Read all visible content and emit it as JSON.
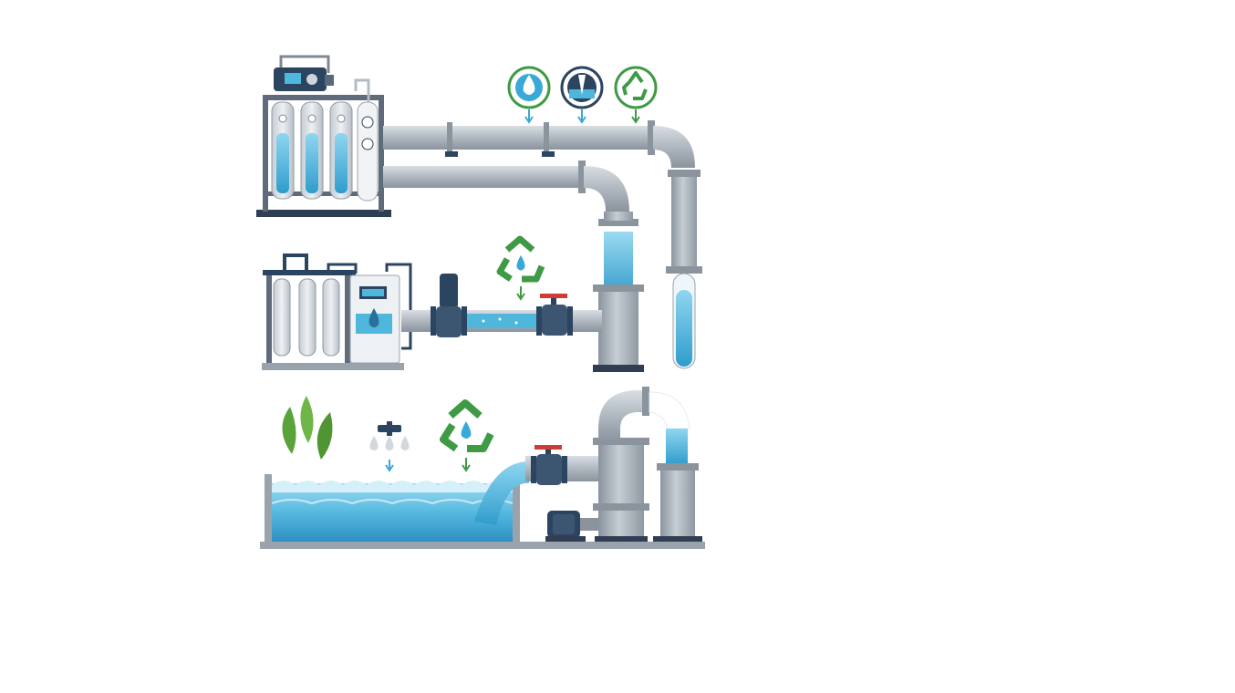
{
  "colors": {
    "background": "#ffffff",
    "pipe": "#a9b1b9",
    "pipe_light": "#d3d8dd",
    "pipe_dark": "#7f8993",
    "flange": "#8b949d",
    "frame": "#5f6b78",
    "frame_dark": "#2f3e52",
    "navy": "#2b4560",
    "water": "#4fb6dc",
    "water_light": "#a9dff2",
    "water_deep": "#2f9ccc",
    "recycle_green": "#3f9a45",
    "leaf_green": "#5aa33a",
    "valve_red": "#d13b35",
    "drop_blue": "#38a9d8",
    "grey_tank": "#cfd5da"
  },
  "icons": [
    "water-drop-circle-icon",
    "pressure-gauge-circle-icon",
    "recycle-circle-icon",
    "recycle-water-icon",
    "leaves-icon",
    "faucet-drops-icon"
  ],
  "stages": [
    "reverse-osmosis-unit",
    "filtration-unit",
    "collection-basin"
  ]
}
